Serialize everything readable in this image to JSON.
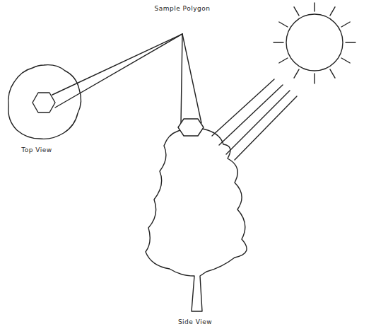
{
  "diagram": {
    "labels": [
      "Sample Polygon",
      "Top View",
      "Side View"
    ]
  }
}
